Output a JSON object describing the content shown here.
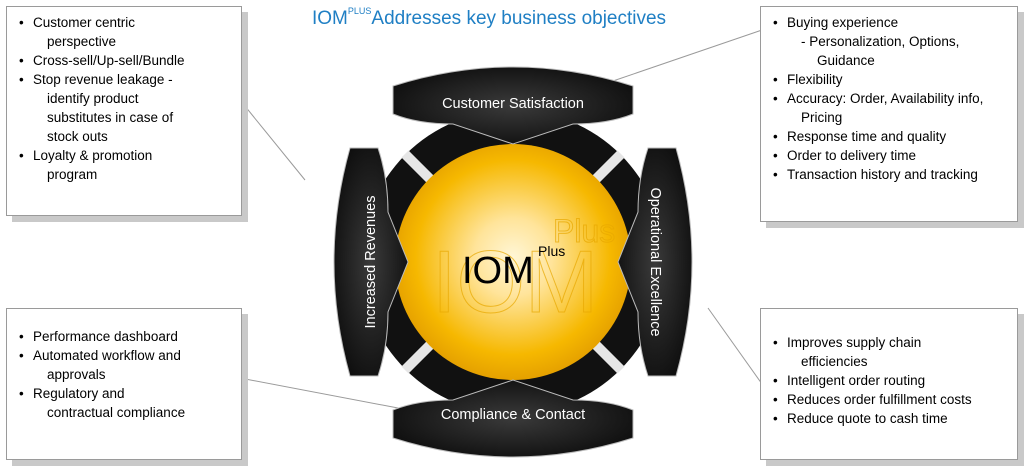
{
  "title": {
    "main": "IOM",
    "superscript": "PLUS",
    "rest": "Addresses key business objectives"
  },
  "center": {
    "main": "IOM",
    "superscript": "Plus",
    "watermark_main": "IOM",
    "watermark_sup": "Plus"
  },
  "segments": {
    "top": "Customer Satisfaction",
    "right": "Operational Excellence",
    "bottom": "Compliance & Contact",
    "left": "Increased Revenues"
  },
  "boxes": {
    "top_left": [
      {
        "lines": [
          "Customer centric",
          "perspective"
        ]
      },
      {
        "lines": [
          "Cross-sell/Up-sell/Bundle"
        ]
      },
      {
        "lines": [
          "Stop revenue leakage -",
          "identify product",
          "substitutes in case of",
          "stock outs"
        ]
      },
      {
        "lines": [
          "Loyalty & promotion",
          "program"
        ]
      }
    ],
    "top_right": [
      {
        "lines": [
          "Buying experience",
          "- Personalization, Options,",
          "Guidance"
        ]
      },
      {
        "lines": [
          "Flexibility"
        ]
      },
      {
        "lines": [
          "Accuracy: Order, Availability info,",
          "Pricing"
        ]
      },
      {
        "lines": [
          "Response time and quality"
        ]
      },
      {
        "lines": [
          "Order to delivery time"
        ]
      },
      {
        "lines": [
          "Transaction history and tracking"
        ]
      }
    ],
    "bottom_left": [
      {
        "lines": [
          "Performance dashboard"
        ]
      },
      {
        "lines": [
          "Automated workflow and",
          "approvals"
        ]
      },
      {
        "lines": [
          "Regulatory and",
          "contractual compliance"
        ]
      }
    ],
    "bottom_right": [
      {
        "lines": [
          "Improves supply chain",
          "efficiencies"
        ]
      },
      {
        "lines": [
          "Intelligent order routing"
        ]
      },
      {
        "lines": [
          "Reduces order fulfillment costs"
        ]
      },
      {
        "lines": [
          "Reduce quote to cash time"
        ]
      }
    ]
  },
  "colors": {
    "title": "#1f7fc4",
    "segment_fill": "#1a1a1a",
    "center_gold": "#f4b400",
    "center_light": "#ffe9a8"
  }
}
